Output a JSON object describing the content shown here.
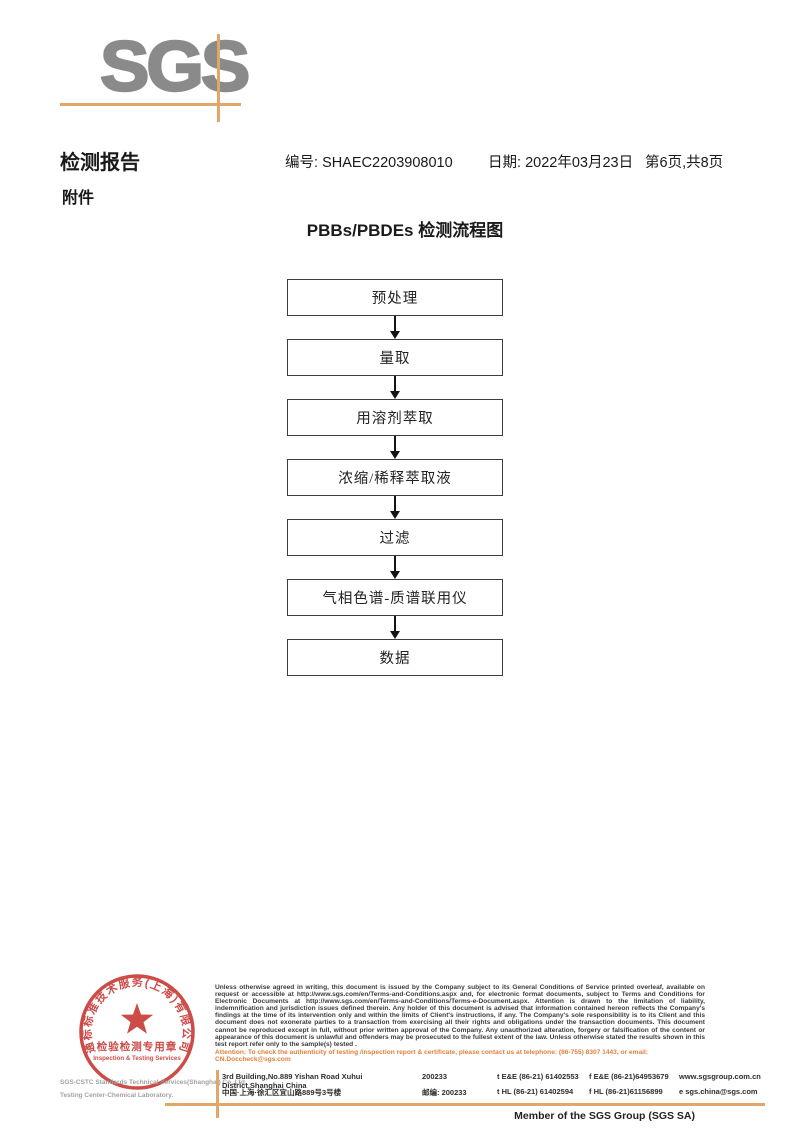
{
  "header": {
    "logo": "SGS",
    "report_title": "检测报告",
    "report_no_label": "编号:",
    "report_no": "SHAEC2203908010",
    "date_label": "日期:",
    "date": "2022年03月23日",
    "page_info": "第6页,共8页",
    "attachment_label": "附件"
  },
  "flowchart": {
    "title": "PBBs/PBDEs 检测流程图",
    "steps": [
      "预处理",
      "量取",
      "用溶剂萃取",
      "浓缩/稀释萃取液",
      "过滤",
      "气相色谱-质谱联用仪",
      "数据"
    ]
  },
  "stamp": {
    "ring_text": "通标标准技术服务(上海)有限公司",
    "seal_line1": "检验检测专用章",
    "seal_line2": "Inspection & Testing Services",
    "company_en": "SGS-CSTC Standards Technical Services(Shanghai) Co.,Ltd.",
    "lab_en": "Testing Center-Chemical Laboratory."
  },
  "footer": {
    "legal": "Unless otherwise agreed in writing, this document is issued by the Company subject to its General Conditions of Service printed overleaf, available on request or accessible at http://www.sgs.com/en/Terms-and-Conditions.aspx and, for electronic format documents, subject to Terms and Conditions for Electronic Documents at http://www.sgs.com/en/Terms-and-Conditions/Terms-e-Document.aspx. Attention is drawn to the limitation of liability, indemnification and jurisdiction issues defined therein. Any holder of this document is advised that information contained hereon reflects the Company's findings at the time of its intervention only and within the limits of Client's instructions, if any. The Company's sole responsibility is to its Client and this document does not exonerate parties to a transaction from exercising all their rights and obligations under the transaction documents. This document cannot be reproduced except in full, without prior written approval of the Company. Any unauthorized alteration, forgery or falsification of the content or appearance of this document is unlawful and offenders may be prosecuted to the fullest extent of the law. Unless otherwise stated the results shown in this test report refer only to the sample(s) tested .",
    "attention": "Attention: To check the authenticity of testing /inspection report & certificate, please contact us at telephone: (86-755) 8307 1443, or email: CN.Doccheck@sgs.com",
    "address_en": "3rd Building,No.889 Yishan Road Xuhui District,Shanghai China",
    "postcode_en": "200233",
    "tel1": "t E&E (86-21) 61402553",
    "fax1": "f E&E (86-21)64953679",
    "web": "www.sgsgroup.com.cn",
    "address_cn": "中国·上海·徐汇区宜山路889号3号楼",
    "postcode_cn": "邮编: 200233",
    "tel2": "t HL (86-21) 61402594",
    "fax2": "f HL (86-21)61156899",
    "email": "e sgs.china@sgs.com",
    "member": "Member of the SGS Group (SGS SA)"
  },
  "colors": {
    "logo_grey": "#8a8a8a",
    "crosshair_tan": "#e0a66a",
    "stamp_red": "#c5342f",
    "attention_orange": "#e0813f"
  }
}
